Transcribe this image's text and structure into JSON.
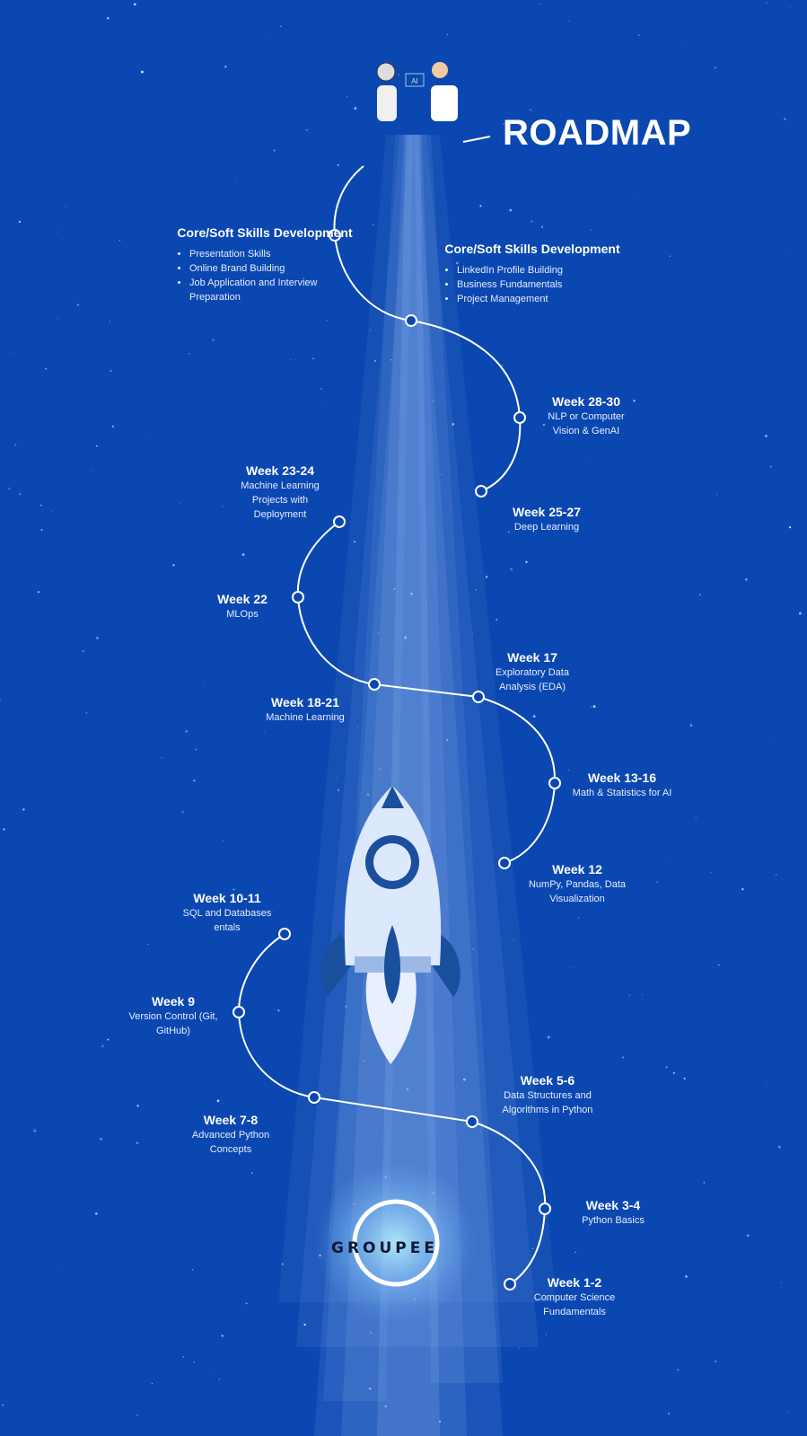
{
  "title": "ROADMAP",
  "brand": "GROUPEE",
  "colors": {
    "background": "#0b47b1",
    "path": "#ffffff",
    "beam": "#9fc0f5",
    "rocket": "#dce8fb",
    "rocket_dark": "#1a4f9e"
  },
  "top_illustration": {
    "icon": "robot-human-handshake-icon",
    "badge": "AI"
  },
  "core_left": {
    "title": "Core/Soft Skills Development",
    "items": [
      "Presentation Skills",
      "Online Brand Building",
      "Job Application and Interview Preparation"
    ]
  },
  "core_right": {
    "title": "Core/Soft Skills Development",
    "items": [
      "LinkedIn Profile Building",
      "Business Fundamentals",
      "Project Management"
    ]
  },
  "milestones": [
    {
      "week": "Week 28-30",
      "desc": [
        "NLP or Computer",
        "Vision & GenAI"
      ]
    },
    {
      "week": "Week 25-27",
      "desc": [
        "Deep Learning"
      ]
    },
    {
      "week": "Week 23-24",
      "desc": [
        "Machine Learning",
        "Projects with",
        "Deployment"
      ]
    },
    {
      "week": "Week 22",
      "desc": [
        "MLOps"
      ]
    },
    {
      "week": "Week 17",
      "desc": [
        "Exploratory Data",
        "Analysis (EDA)"
      ]
    },
    {
      "week": "Week 18-21",
      "desc": [
        "Machine Learning"
      ]
    },
    {
      "week": "Week 13-16",
      "desc": [
        "Math & Statistics for AI"
      ]
    },
    {
      "week": "Week 12",
      "desc": [
        "NumPy, Pandas, Data",
        "Visualization"
      ]
    },
    {
      "week": "Week 10-11",
      "desc": [
        "SQL and Databases",
        "entals"
      ]
    },
    {
      "week": "Week 9",
      "desc": [
        "Version Control (Git,",
        "GitHub)"
      ]
    },
    {
      "week": "Week 5-6",
      "desc": [
        "Data Structures and",
        "Algorithms in Python"
      ]
    },
    {
      "week": "Week 7-8",
      "desc": [
        "Advanced Python",
        "Concepts"
      ]
    },
    {
      "week": "Week 3-4",
      "desc": [
        "Python Basics"
      ]
    },
    {
      "week": "Week 1-2",
      "desc": [
        "Computer Science",
        "Fundamentals"
      ]
    }
  ]
}
